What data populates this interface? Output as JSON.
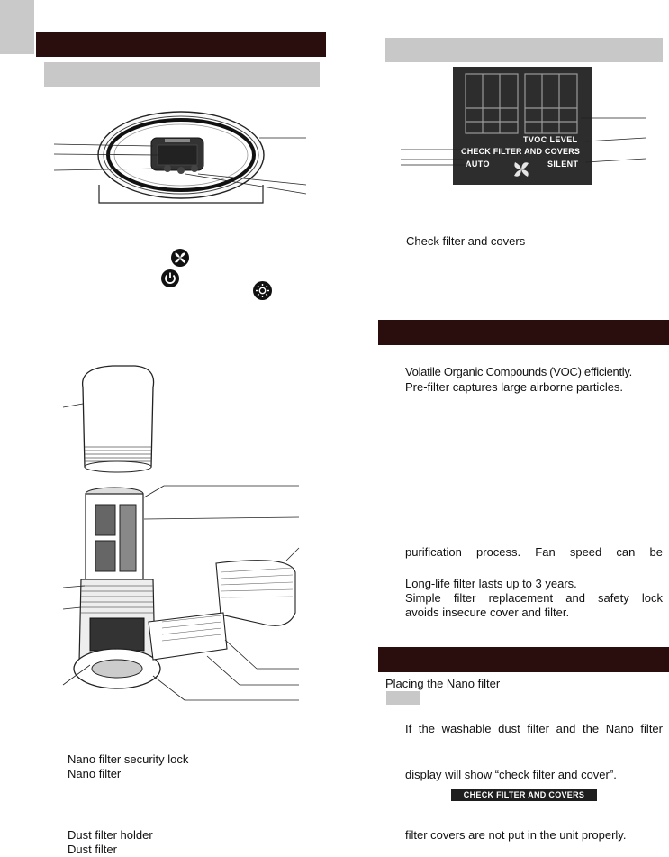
{
  "right_column": {
    "check_filter_note": "Check filter and covers",
    "benefits": {
      "line_voc": "Volatile Organic Compounds (VOC) efficiently.",
      "line_prefilter": "Pre-filter captures large airborne particles.",
      "line_purification": "purification process. Fan speed can be",
      "line_longlife": "Long-life filter lasts up to 3 years.",
      "line_simple": "Simple filter replacement and safety lock",
      "line_avoids": "avoids insecure cover and filter."
    },
    "installation": {
      "placing_title": "Placing the Nano filter",
      "line_if": "If the washable dust filter and the Nano filter",
      "line_display": "display will show “check filter and cover”.",
      "lcd_badge": "CHECK FILTER AND COVERS",
      "line_covers": "filter covers are not put in the unit properly."
    }
  },
  "lcd_display": {
    "tvoc_label": "TVOC LEVEL",
    "check_label": "CHECK FILTER AND COVERS",
    "auto_label": "AUTO",
    "silent_label": "SILENT"
  },
  "parts_list": {
    "security_lock": "Nano filter security lock",
    "nano_filter": "Nano filter",
    "dust_holder": "Dust filter holder",
    "dust_filter": "Dust filter"
  },
  "icons": {
    "fan": "fan-icon",
    "power": "power-icon",
    "light": "light-icon"
  }
}
